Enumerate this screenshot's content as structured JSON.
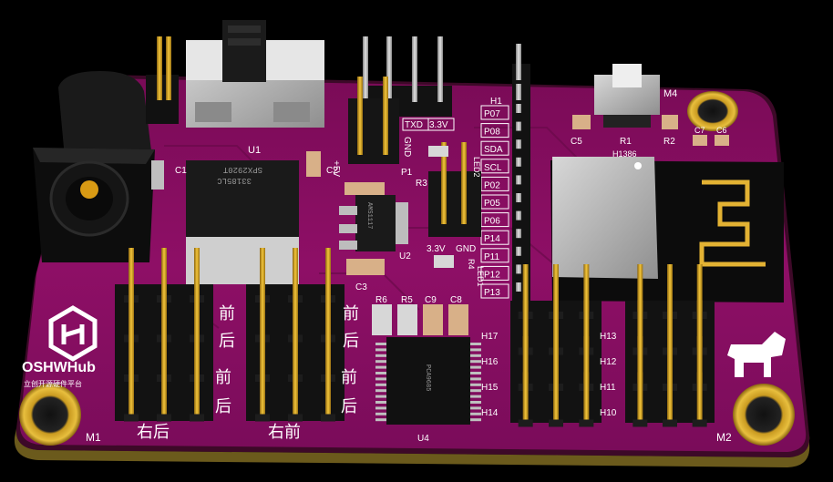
{
  "colors": {
    "board": "#8e0f66",
    "board_edge": "#5d0842",
    "board_side": "#3f0a2a",
    "silkscreen": "#ffffff",
    "gold": "#d9a520",
    "header_black": "#141414",
    "module_silver": "#b9b9b9",
    "antenna_black": "#0c0c0c"
  },
  "logo": {
    "name": "oshwhub-logo-icon",
    "text": "OSHWHub",
    "subtitle": "立创开源硬件平台"
  },
  "mounting_holes": [
    "M1",
    "M2",
    "M4"
  ],
  "designators": {
    "u1": "U1",
    "u2": "U2",
    "u4": "U4",
    "c1": "C1",
    "c2": "C2",
    "c3": "C3",
    "c5": "C5",
    "c7": "C7",
    "c6": "C6",
    "c8": "C8",
    "c9": "C9",
    "r1": "R1",
    "r2": "R2",
    "r3": "R3",
    "r4": "R4",
    "r5": "R5",
    "r6": "R6",
    "p1": "P1",
    "h1": "H1",
    "ht": "H1386",
    "led1": "LED1",
    "led2": "LED2"
  },
  "chip_markings": {
    "u1a": "SPX2920T",
    "u1b": "33185LC",
    "u2": "AMS1117",
    "u4": "PCA9685"
  },
  "header_labels": {
    "txd": "TXD",
    "v33": "3.3V",
    "gnd": "GND",
    "v5": "+5V",
    "v33_bottom": "3.3V",
    "gnd_bottom": "GND"
  },
  "pin_labels": [
    "P07",
    "P08",
    "SDA",
    "SCL",
    "P02",
    "P05",
    "P06",
    "P14",
    "P11",
    "P12",
    "P13"
  ],
  "servo_labels_right": [
    "H17",
    "H16",
    "H15",
    "H14"
  ],
  "servo_labels_far": [
    "H13",
    "H12",
    "H11",
    "H10"
  ],
  "chinese_labels": {
    "front": "前",
    "back": "后",
    "right_back": "右后",
    "right_front": "右前"
  },
  "mascot": {
    "name": "dog-mascot-icon"
  }
}
